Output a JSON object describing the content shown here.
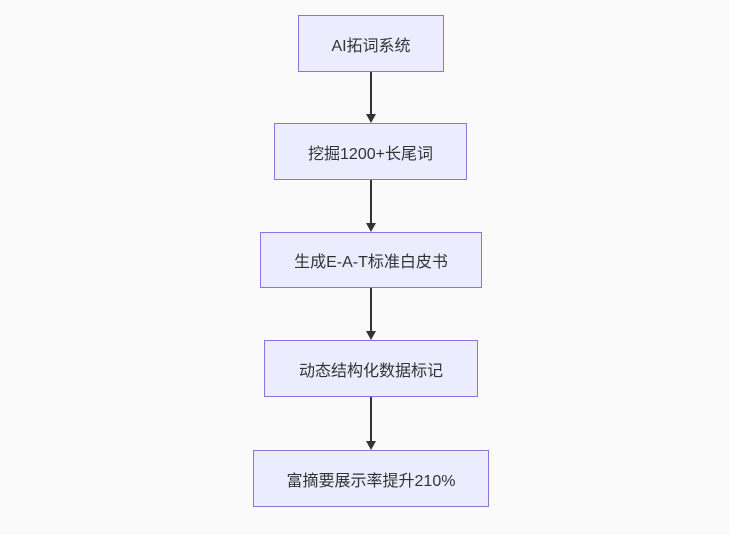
{
  "colors": {
    "background": "#fafafa",
    "node_fill": "#ECECFF",
    "node_border": "#9370DB",
    "edge": "#333333",
    "text": "#333333"
  },
  "flowchart": {
    "type": "flowchart",
    "direction": "top-down",
    "nodes": [
      {
        "label": "AI拓词系统"
      },
      {
        "label": "挖掘1200+长尾词"
      },
      {
        "label": "生成E-A-T标准白皮书"
      },
      {
        "label": "动态结构化数据标记"
      },
      {
        "label": "富摘要展示率提升210%"
      }
    ],
    "edges": [
      {
        "from": 0,
        "to": 1
      },
      {
        "from": 1,
        "to": 2
      },
      {
        "from": 2,
        "to": 3
      },
      {
        "from": 3,
        "to": 4
      }
    ]
  }
}
